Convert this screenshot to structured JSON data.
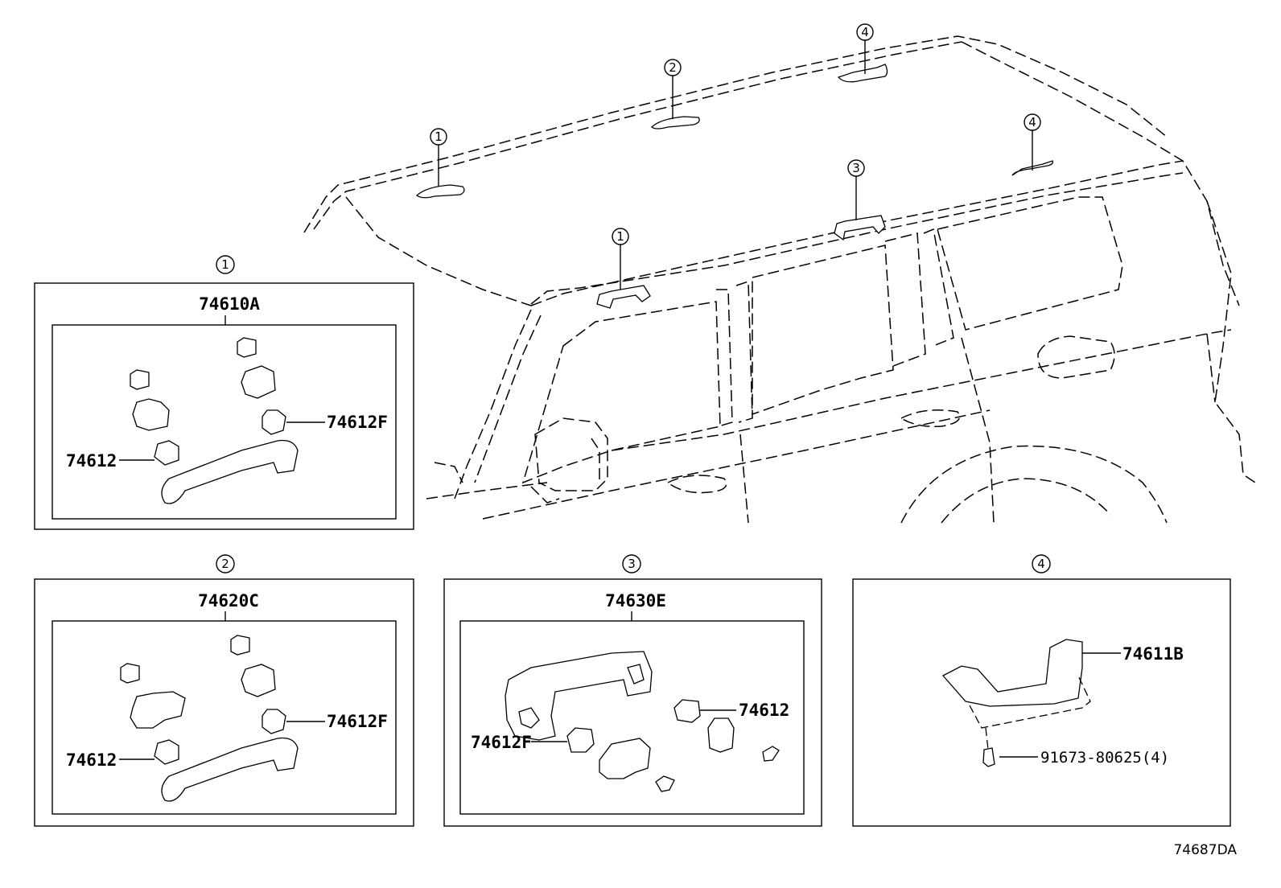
{
  "diagram": {
    "id_code": "74687DA",
    "callouts": {
      "c1": "1",
      "c2": "2",
      "c3": "3",
      "c4": "4"
    },
    "panels": [
      {
        "key": "1",
        "assembly": "74610A",
        "parts": [
          "74612F",
          "74612"
        ]
      },
      {
        "key": "2",
        "assembly": "74620C",
        "parts": [
          "74612F",
          "74612"
        ]
      },
      {
        "key": "3",
        "assembly": "74630E",
        "parts": [
          "74612",
          "74612F"
        ]
      },
      {
        "key": "4",
        "assembly": "",
        "parts": [
          "74611B",
          "91673-80625(4)"
        ]
      }
    ]
  }
}
